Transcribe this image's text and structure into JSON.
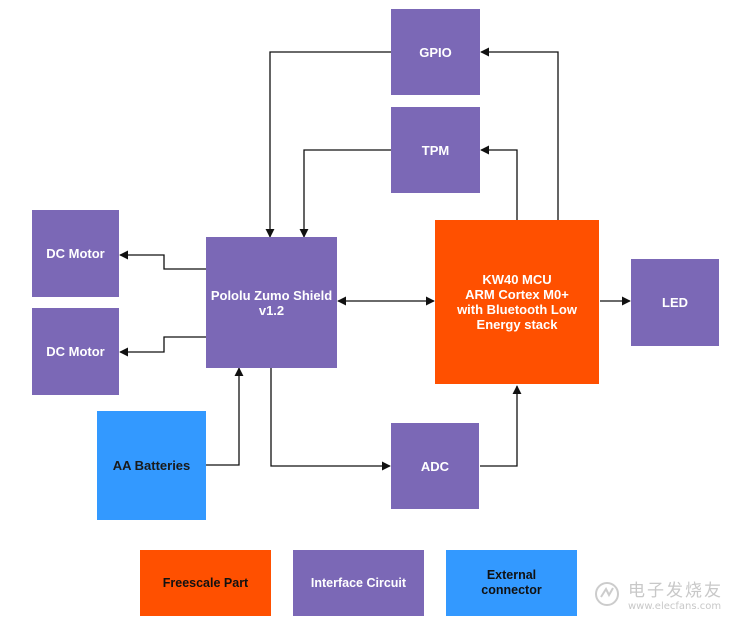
{
  "diagram": {
    "blocks": {
      "gpio": "GPIO",
      "tpm": "TPM",
      "dc_motor_1": "DC Motor",
      "dc_motor_2": "DC Motor",
      "zumo_shield": "Pololu Zumo Shield\nv1.2",
      "mcu": "KW40 MCU\nARM Cortex M0+\nwith Bluetooth Low\nEnergy stack",
      "led": "LED",
      "aa_batteries": "AA Batteries",
      "adc": "ADC"
    },
    "legend": {
      "freescale_part": "Freescale Part",
      "interface_circuit": "Interface Circuit",
      "external_connector": "External\nconnector"
    }
  },
  "colors": {
    "freescale_part": "#ff5000",
    "interface_circuit": "#7b68b6",
    "external_connector": "#3399ff",
    "connector_line": "#111111"
  },
  "watermark": {
    "chinese": "电子发烧友",
    "url": "www.elecfans.com"
  }
}
